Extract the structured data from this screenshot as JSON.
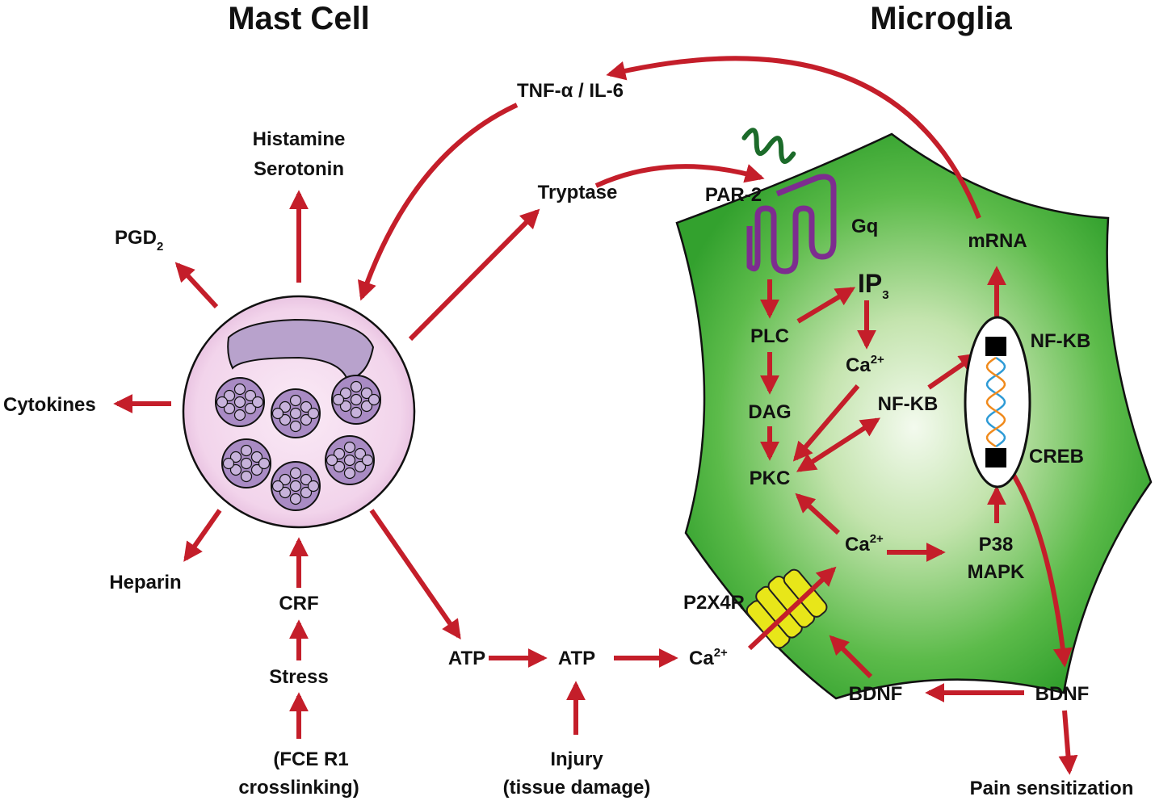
{
  "titles": {
    "mast_cell": "Mast Cell",
    "microglia": "Microglia"
  },
  "mast_outputs": {
    "histamine": "Histamine",
    "serotonin": "Serotonin",
    "pgd": "PGD",
    "pgd_sub": "2",
    "cytokines": "Cytokines",
    "heparin": "Heparin"
  },
  "mast_inputs": {
    "crf": "CRF",
    "stress": "Stress",
    "fce_line1": "(FCE R1",
    "fce_line2": "crosslinking)"
  },
  "mediators": {
    "tnf": "TNF-α / IL-6",
    "tryptase": "Tryptase"
  },
  "atp_path": {
    "atp1": "ATP",
    "atp2": "ATP",
    "ca_out": "Ca",
    "ca_out_sup": "2+",
    "injury_line1": "Injury",
    "injury_line2": "(tissue damage)"
  },
  "microglia_nodes": {
    "par2": "PAR-2",
    "gq": "Gq",
    "ip3": "IP",
    "ip3_sub": "3",
    "plc": "PLC",
    "ca_ip3": "Ca",
    "ca_ip3_sup": "2+",
    "dag": "DAG",
    "nfkb_mid": "NF-KB",
    "pkc": "PKC",
    "ca_in": "Ca",
    "ca_in_sup": "2+",
    "p38_line1": "P38",
    "p38_line2": "MAPK",
    "mrna": "mRNA",
    "nfkb_nucleus": "NF-KB",
    "creb": "CREB",
    "p2x4r": "P2X4R"
  },
  "bdnf": {
    "bdnf_right": "BDNF",
    "bdnf_left": "BDNF",
    "pain": "Pain sensitization"
  },
  "colors": {
    "arrow": "#C41E2A",
    "mast_fill": "#F4D9EE",
    "mast_dark": "#E0B6DA",
    "nucleus": "#B8A2CC",
    "granule": "#A98BC4",
    "microglia_light": "#E8F5E0",
    "microglia_green": "#3BAA34",
    "receptor_purple": "#7D2D8F",
    "ligand_green": "#1C6B2A",
    "channel_yellow": "#E8E619"
  }
}
